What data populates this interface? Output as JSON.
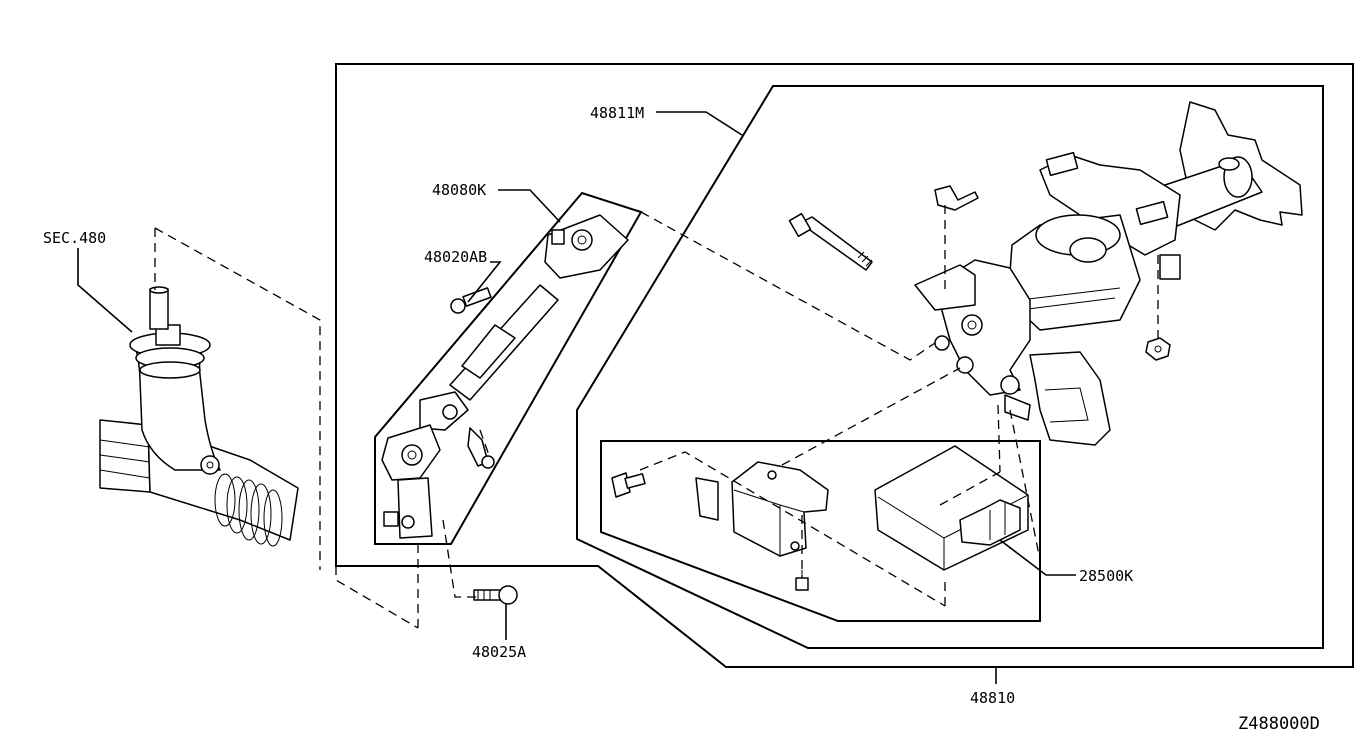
{
  "diagram": {
    "labels": {
      "sec480": "SEC.480",
      "p48811M": "48811M",
      "p48080K": "48080K",
      "p48020AB": "48020AB",
      "p48025A": "48025A",
      "p28500K": "28500K",
      "p48810": "48810",
      "figure_code": "Z488000D"
    }
  }
}
